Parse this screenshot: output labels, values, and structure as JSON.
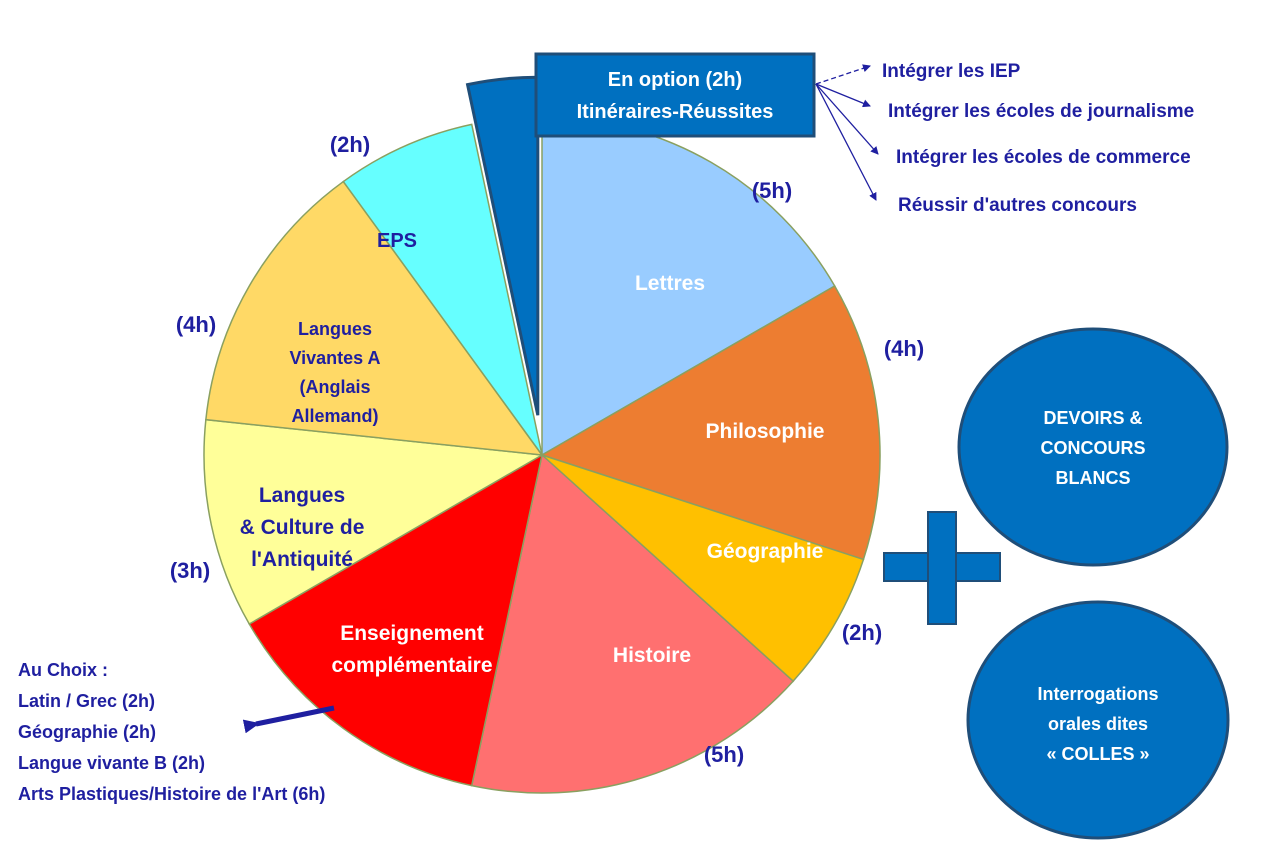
{
  "chart_data": {
    "type": "pie",
    "slices": [
      {
        "label": "Lettres",
        "hours_label": "(5h)",
        "value": 5,
        "color": "#99CCFF"
      },
      {
        "label": "Philosophie",
        "hours_label": "(4h)",
        "value": 4,
        "color": "#ED7D31"
      },
      {
        "label": "Géographie",
        "hours_label": "(2h)",
        "value": 2,
        "color": "#FFC000"
      },
      {
        "label": "Histoire",
        "hours_label": "(5h)",
        "value": 5,
        "color": "#FF7070"
      },
      {
        "label": "Enseignement complémentaire",
        "hours_label": "",
        "value": 4,
        "color": "#FF0000"
      },
      {
        "label": "Langues & Culture de l'Antiquité",
        "hours_label": "(3h)",
        "value": 3,
        "color": "#FFFF99"
      },
      {
        "label": "Langues Vivantes A (Anglais Allemand)",
        "hours_label": "(4h)",
        "value": 4,
        "color": "#FFD966"
      },
      {
        "label": "EPS",
        "hours_label": "(2h)",
        "value": 2,
        "color": "#66FFFF"
      },
      {
        "label": "",
        "hours_label": "",
        "value": 1,
        "color": "#0070C0",
        "exploded": true
      }
    ]
  },
  "option_box": {
    "line1": "En option (2h)",
    "line2": "Itinéraires-Réussites"
  },
  "option_targets": [
    "Intégrer les IEP",
    "Intégrer les écoles de journalisme",
    "Intégrer les écoles de commerce",
    "Réussir d'autres concours"
  ],
  "choice_list": {
    "title": "Au Choix  :",
    "items": [
      "Latin / Grec (2h)",
      "Géographie  (2h)",
      "Langue vivante B (2h)",
      "Arts Plastiques/Histoire de l'Art (6h)"
    ]
  },
  "circles": [
    {
      "lines": [
        "DEVOIRS &",
        "CONCOURS",
        "BLANCS"
      ]
    },
    {
      "lines": [
        "Interrogations",
        "orales dites",
        "« COLLES »"
      ]
    }
  ],
  "colors": {
    "navy_text": "#1F1FA0",
    "accent_blue": "#0070C0",
    "box_border": "#1F4E79"
  }
}
